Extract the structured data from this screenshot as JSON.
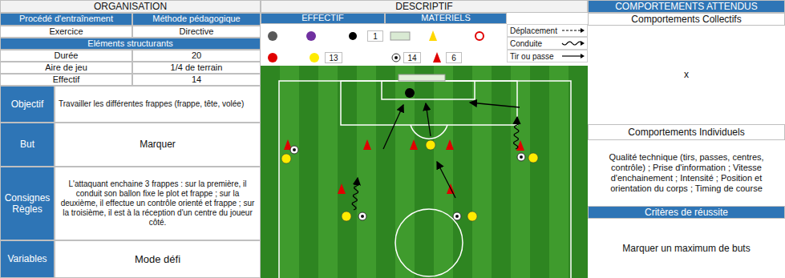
{
  "diagram": {
    "nodes": [
      {
        "text": [
          "ORGANISATION"
        ]
      },
      {
        "text": [
          "Procédé d'entraînement"
        ]
      },
      {
        "text": [
          "Méthode pédagogique"
        ]
      },
      {
        "text": [
          "Exercice"
        ]
      },
      {
        "text": [
          "Directive"
        ]
      },
      {
        "text": [
          "Eléments structurants"
        ]
      },
      {
        "text": [
          "Durée"
        ]
      },
      {
        "text": [
          "20"
        ]
      },
      {
        "text": [
          "Aire de jeu"
        ]
      },
      {
        "text": [
          "1/4 de terrain"
        ]
      },
      {
        "text": [
          "Effectif"
        ]
      },
      {
        "text": [
          "14"
        ]
      },
      {
        "text": [
          "Objectif"
        ]
      },
      {
        "text": [
          "Travailler les différentes frappes (frappe, tête, volée)"
        ]
      },
      {
        "text": [
          "But"
        ]
      },
      {
        "text": [
          "Marquer"
        ]
      },
      {
        "text": [
          "Consignes Règles"
        ]
      },
      {
        "text": [
          "L'attaquant enchaine 3 frappes : sur la première, il conduit son ballon fixe le plot et frappe ; sur la deuxième, il effectue un contrôle orienté et frappe ; sur la troisième, il est à la réception d'un centre du joueur côté."
        ]
      },
      {
        "text": [
          "Variables"
        ]
      },
      {
        "text": [
          "Mode défi"
        ]
      },
      {
        "text": [
          "DESCRIPTIF"
        ]
      },
      {
        "text": [
          "EFFECTIF"
        ]
      },
      {
        "text": [
          "MATERIELS"
        ]
      },
      {
        "text": [
          "COMPORTEMENTS ATTENDUS"
        ]
      },
      {
        "text": [
          "Comportements Collectifs"
        ]
      },
      {
        "text": [
          "x"
        ]
      },
      {
        "text": [
          "Comportements Individuels"
        ]
      },
      {
        "text": [
          "Qualité technique (tirs, passes, centres, contrôle) ; Prise d'information ; Vitesse d'enchainement ; Intensité ; Position et orientation du corps ; Timing de course"
        ]
      },
      {
        "text": [
          "Critères de réussite"
        ]
      },
      {
        "text": [
          "Marquer un maximum de buts"
        ]
      }
    ],
    "labels": [
      "1",
      "13",
      "14",
      "6"
    ],
    "legend": [
      {
        "text": "Déplacement"
      },
      {
        "text": "Conduite"
      },
      {
        "text": "Tir ou passe"
      }
    ]
  }
}
